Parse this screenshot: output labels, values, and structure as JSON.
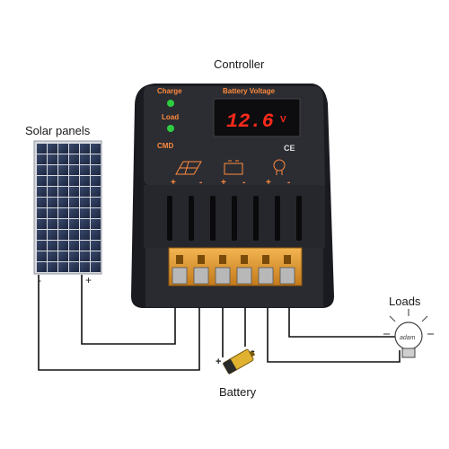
{
  "labels": {
    "controller": "Controller",
    "solar_panels": "Solar panels",
    "loads": "Loads",
    "battery": "Battery"
  },
  "device": {
    "charge": "Charge",
    "load": "Load",
    "cmd": "CMD",
    "battery_voltage_title": "Battery Voltage",
    "display_value": "12.6",
    "display_unit": "V",
    "ce_mark": "CE",
    "plus": "+",
    "minus": "-"
  },
  "solar_panel": {
    "plus": "+",
    "minus": "-"
  },
  "battery_terminals": {
    "plus": "+",
    "minus": "-"
  },
  "bulb_text": "adam",
  "colors": {
    "device_body": "#2c2d33",
    "device_side": "#1a1b20",
    "display_digits": "#ff2a1a",
    "terminal_block": "#e6a23c",
    "led_green": "#2ecc40",
    "label_orange": "#ff8a3d",
    "wire": "#111111",
    "panel_cell": "#22304f"
  },
  "icons": [
    "solar-panel-icon",
    "battery-icon",
    "light-bulb-icon"
  ]
}
